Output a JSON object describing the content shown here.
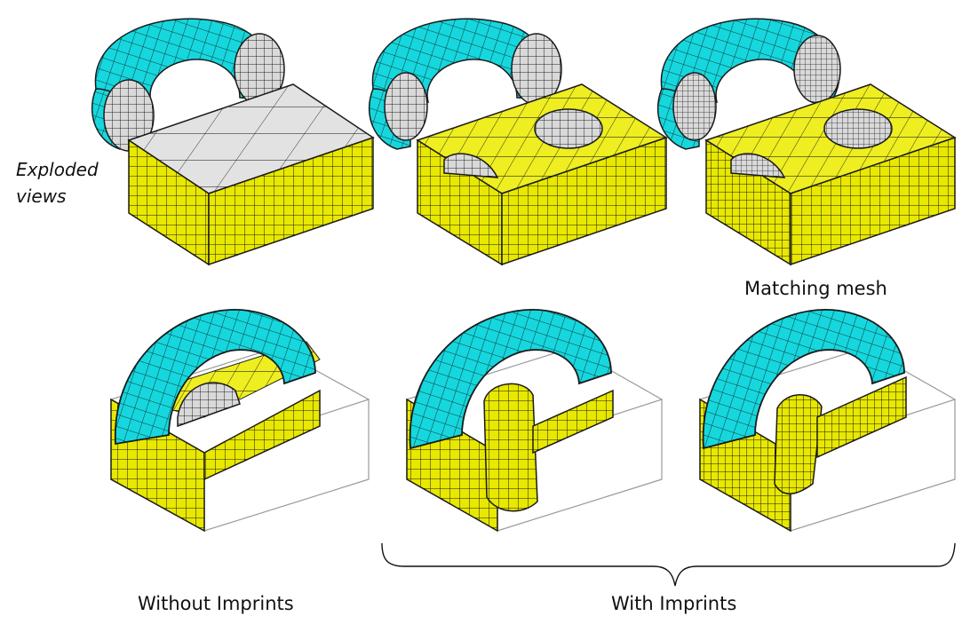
{
  "labels": {
    "exploded_line1": "Exploded",
    "exploded_line2": "views",
    "matching_mesh": "Matching mesh",
    "without_imprints": "Without Imprints",
    "with_imprints": "With Imprints"
  },
  "colors": {
    "block_yellow": "#e8e800",
    "block_yellow_side": "#d6d600",
    "block_yellow_top": "#f0f000",
    "torus_cyan": "#16d7dd",
    "section_grey": "#d9d9d9",
    "mesh_line": "#1a1a1a",
    "outline_grey": "#9a9a9a"
  },
  "panels": [
    {
      "name": "exploded-without-imprints",
      "kind": "exploded",
      "imprint": "none"
    },
    {
      "name": "exploded-with-imprints",
      "kind": "exploded",
      "imprint": "imprint"
    },
    {
      "name": "exploded-matching-mesh",
      "kind": "exploded",
      "imprint": "matching"
    },
    {
      "name": "assembled-without-imprints",
      "kind": "assembled",
      "imprint": "none"
    },
    {
      "name": "assembled-with-imprints",
      "kind": "assembled",
      "imprint": "imprint"
    },
    {
      "name": "assembled-matching-mesh",
      "kind": "assembled",
      "imprint": "matching"
    }
  ]
}
